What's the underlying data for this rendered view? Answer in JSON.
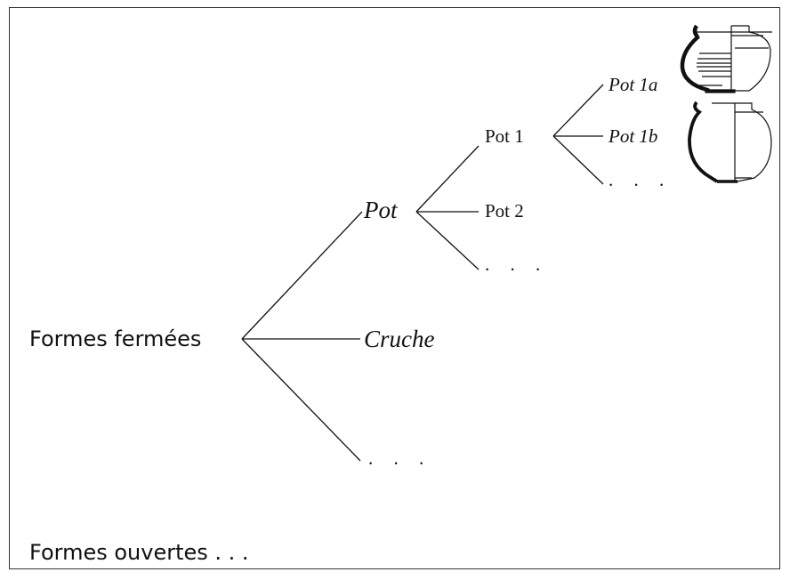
{
  "root": {
    "formes_fermees": "Formes fermées",
    "formes_ouvertes": "Formes ouvertes . . ."
  },
  "level1": {
    "pot": "Pot",
    "cruche": "Cruche",
    "ellipsis": ". . ."
  },
  "level2": {
    "pot1": "Pot 1",
    "pot2": "Pot 2",
    "ellipsis": ". . ."
  },
  "level3": {
    "pot1a": "Pot 1a",
    "pot1b": "Pot 1b",
    "ellipsis": ". . ."
  },
  "icons": [
    "pot-1a-profile-icon",
    "pot-1b-profile-icon"
  ],
  "colors": {
    "line": "#111111",
    "frame": "#333333",
    "background": "#ffffff"
  }
}
